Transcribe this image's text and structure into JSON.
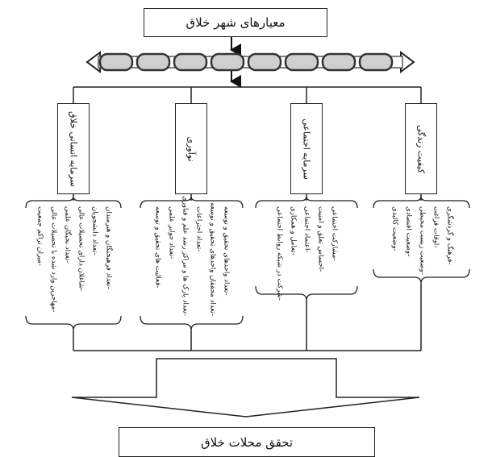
{
  "top_title": "معیارهای شهر خلاق",
  "bottom_title": "تحقق محلات خلاق",
  "categories": [
    {
      "label": "کیفیت زندگی",
      "items": [
        "-فرهنگ و گردشگری",
        "-اوقات فراغت",
        "-وضعیت زیست محیطی",
        "-وضعیت اقتصادی",
        "-وضعیت کالبدی"
      ]
    },
    {
      "label": "سرمایه اجتماعی",
      "items": [
        "-مشارکت اجتماعی",
        "-احساس تعلق و امنیت",
        "-اعتماد اجتماعی",
        "-تعامل و همکاری",
        "-شرکت در شبکه روابط اجتماعی"
      ]
    },
    {
      "label": "نوآوری",
      "items": [
        "-تعداد واحدهای تحقیق و توسعه",
        "-تعداد محققان واحدهای تحقیق و توسعه",
        "-تعداد اختراعات",
        "-تعداد پارک ها و مراکز رشد علم و فناوری",
        "-تعداد جوایز علمی",
        "-فعالیت های تحقیق و توسعه"
      ]
    },
    {
      "label": "سرمایه انسانی خلاق",
      "items": [
        "-تعداد فرهیختگان و هنرمندان",
        "-تعداد دانشجویان",
        "-شاغلان دارای تحصیلات عالی",
        "-تعداد نخبگان علمی",
        "-مهاجرین وارد شده با تحصیلات عالی",
        "-میزان تراکم جمعیت"
      ]
    }
  ]
}
